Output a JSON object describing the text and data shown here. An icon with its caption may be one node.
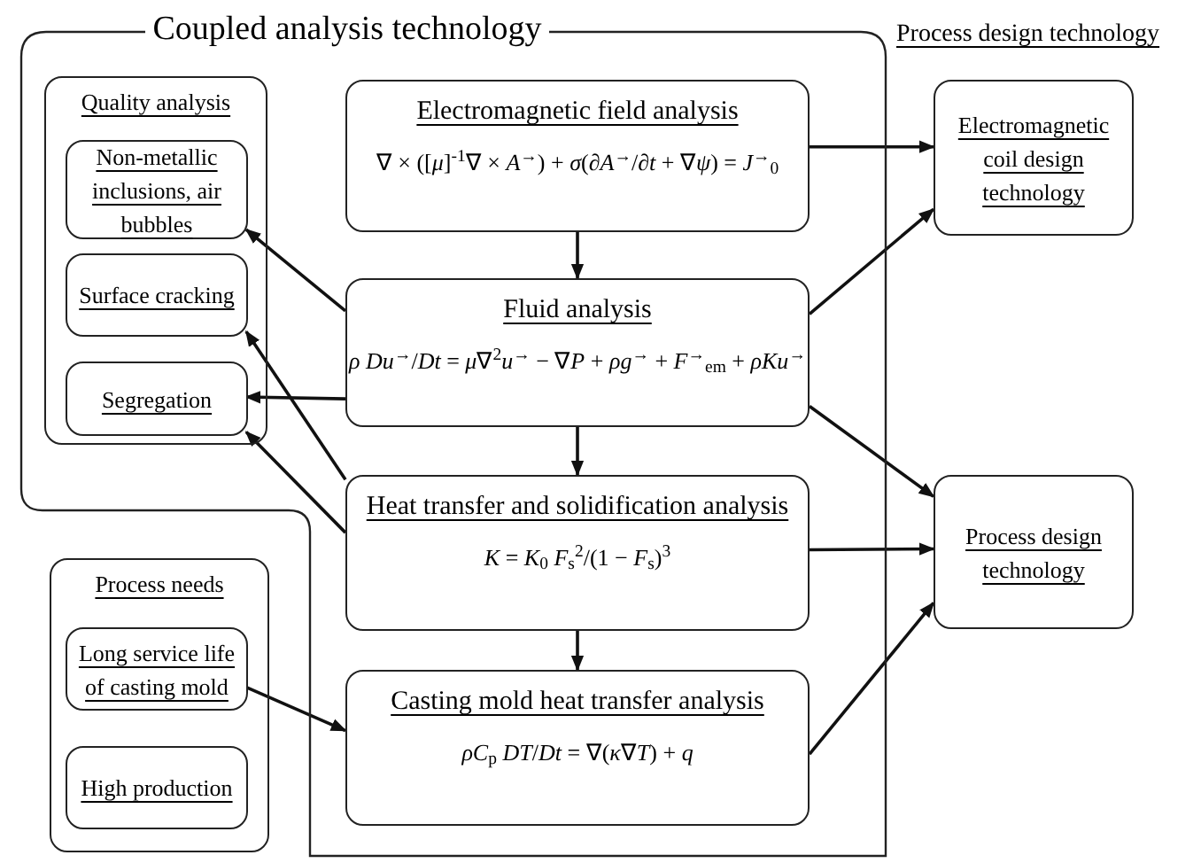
{
  "diagram": {
    "nodes": [
      {
        "text": [
          "Coupled analysis technology"
        ]
      },
      {
        "text": [
          "Quality analysis"
        ],
        "in": 0
      },
      {
        "text": [
          "Non-metallic inclusions, air bubbles"
        ],
        "in": 1
      },
      {
        "text": [
          "Surface cracking"
        ],
        "in": 1
      },
      {
        "text": [
          "Segregation"
        ],
        "in": 1
      },
      {
        "text": [
          "Electromagnetic field analysis",
          "∇ × ([*μ*]$^{-1}$∇ × *A*$^{→}$) + *σ*(∂*A*$^{→}$/∂*t* + ∇*ψ*) = *J*$^{→}$$_{0}$"
        ],
        "in": 0
      },
      {
        "text": [
          "Fluid analysis",
          "*ρ* *Du*$^{→}$/*Dt* = *μ*∇$^{2}$*u*$^{→}$ − ∇*P* + *ρg*$^{→}$ + *F*$^{→}$$_{em}$ + *ρKu*$^{→}$"
        ],
        "in": 0
      },
      {
        "text": [
          "Heat transfer and solidification analysis",
          "*K* = *K*$_{0}$ *F*$_{s}$$^{2}$/(1 − *F*$_{s}$)$^{3}$"
        ],
        "in": 0
      },
      {
        "text": [
          "Casting mold heat transfer analysis",
          "*ρC*$_{p}$ *DT*/*Dt* = ∇(*κ*∇*T*) + *q*"
        ],
        "in": 0
      },
      {
        "text": [
          "Electromagnetic coil design technology"
        ]
      },
      {
        "text": [
          "Process design technology"
        ]
      },
      {
        "text": [
          "Process needs"
        ]
      },
      {
        "text": [
          "Long service life of casting mold"
        ],
        "in": 11
      },
      {
        "text": [
          "High production"
        ],
        "in": 11
      }
    ],
    "edges": [
      {
        "from": 5,
        "to": 6,
        "arrow": "to"
      },
      {
        "from": 6,
        "to": 7,
        "arrow": "to"
      },
      {
        "from": 7,
        "to": 8,
        "arrow": "to"
      },
      {
        "from": 5,
        "to": 9,
        "arrow": "to"
      },
      {
        "from": 6,
        "to": 9,
        "arrow": "to"
      },
      {
        "from": 6,
        "to": 10,
        "arrow": "to"
      },
      {
        "from": 7,
        "to": 10,
        "arrow": "to"
      },
      {
        "from": 8,
        "to": 10,
        "arrow": "to"
      },
      {
        "from": 6,
        "to": 2,
        "arrow": "to"
      },
      {
        "from": 6,
        "to": 4,
        "arrow": "to"
      },
      {
        "from": 7,
        "to": 3,
        "arrow": "to"
      },
      {
        "from": 7,
        "to": 4,
        "arrow": "to"
      },
      {
        "from": 12,
        "to": 8,
        "arrow": "to"
      }
    ],
    "labels": [
      "Process design technology"
    ]
  }
}
